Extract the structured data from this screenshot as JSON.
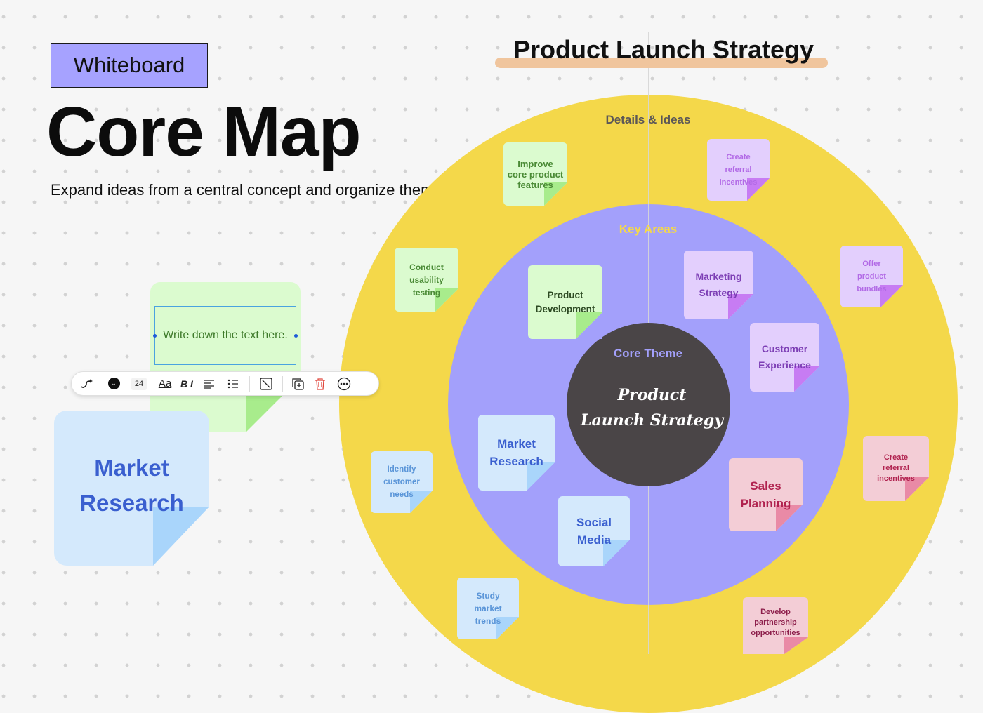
{
  "header": {
    "badge": "Whiteboard",
    "title": "Core Map",
    "subtitle": "Expand ideas from a central concept and organize them."
  },
  "map": {
    "title": "Product Launch Strategy",
    "ring_labels": {
      "outer": "Details & Ideas",
      "middle": "Key Areas",
      "core": "Core Theme"
    },
    "core_text_line1": "Product",
    "core_text_line2": "Launch Strategy"
  },
  "key_areas": {
    "product_development": "Product\nDevelopment",
    "marketing_strategy": "Marketing\nStrategy",
    "customer_experience": "Customer\nExperience",
    "market_research": "Market\nResearch",
    "social_media": "Social\nMedia",
    "sales_planning": "Sales\nPlanning"
  },
  "ideas": {
    "improve_features": "Improve\ncore product\nfeatures",
    "create_referral_top": "Create\nreferral\nincentives",
    "conduct_testing": "Conduct\nusability\ntesting",
    "offer_bundles": "Offer\nproduct\nbundles",
    "identify_needs": "Identify\ncustomer\nneeds",
    "create_referral_right": "Create\nreferral\nincentives",
    "study_trends": "Study\nmarket\ntrends",
    "develop_partnerships": "Develop\npartnership\nopportunities"
  },
  "canvas": {
    "edit_note_text": "Write down the text here.",
    "large_note_text": "Market\nResearch"
  },
  "toolbar": {
    "font_size": "24",
    "text_style_label": "Aa",
    "bold_italic_label": "B I",
    "icons": [
      "ai-sparkle-icon",
      "color-picker-icon",
      "text-style-icon",
      "bold-italic-icon",
      "align-icon",
      "list-icon",
      "no-fill-icon",
      "duplicate-icon",
      "delete-icon",
      "more-icon"
    ]
  },
  "colors": {
    "outer_ring": "#f4d84a",
    "key_ring": "#a3a0fb",
    "core": "#4a4547",
    "badge": "#a6a2ff",
    "title_highlight": "#f0c59d"
  }
}
